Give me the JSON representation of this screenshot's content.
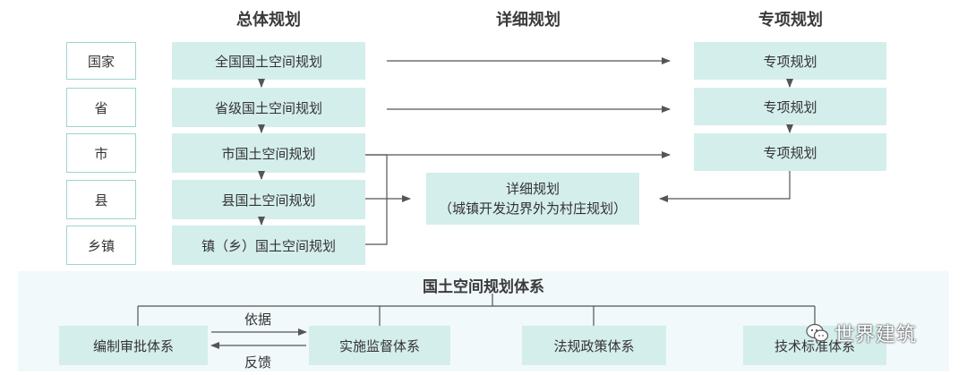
{
  "headers": {
    "overall": "总体规划",
    "detailed": "详细规划",
    "special": "专项规划"
  },
  "levels": [
    "国家",
    "省",
    "市",
    "县",
    "乡镇"
  ],
  "overall_plans": [
    "全国国土空间规划",
    "省级国土空间规划",
    "市国土空间规划",
    "县国土空间规划",
    "镇（乡）国土空间规划"
  ],
  "special_plans": [
    "专项规划",
    "专项规划",
    "专项规划"
  ],
  "detailed_box": {
    "line1": "详细规划",
    "line2": "（城镇开发边界外为村庄规划）"
  },
  "system": {
    "title": "国土空间规划体系",
    "boxes": [
      "编制审批体系",
      "实施监督体系",
      "法规政策体系",
      "技术标准体系"
    ],
    "arrow_top_label": "依据",
    "arrow_bottom_label": "反馈"
  },
  "watermark": {
    "text": "世界建筑",
    "icon": "wechat-icon"
  },
  "colors": {
    "box_fill": "#d4eeec",
    "level_border": "#9fd3cf",
    "band": "#f1f9fa",
    "line": "#555555"
  }
}
